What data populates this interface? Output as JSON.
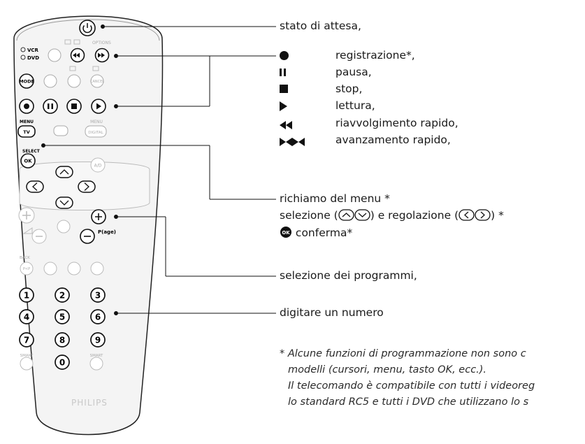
{
  "remote": {
    "labels": {
      "vcr": "VCR",
      "dvd": "DVD",
      "options": "OPTIONS",
      "mode": "MODE",
      "cancel": "CANCEL",
      "menu": "MENU",
      "tv": "TV",
      "menu2": "MENU",
      "digital": "DIGITAL",
      "select": "SELECT",
      "ok": "OK",
      "ad": "A/D",
      "page": "P(age)",
      "back": "BACK",
      "pp": "P<P",
      "smart1": "SMART",
      "smart2": "SMART",
      "brand": "PHILIPS"
    },
    "digits": [
      "1",
      "2",
      "3",
      "4",
      "5",
      "6",
      "7",
      "8",
      "9",
      "0"
    ]
  },
  "legend": {
    "standby": "stato di attesa,",
    "record": "registrazione*,",
    "pause": "pausa,",
    "stop": "stop,",
    "play": "lettura,",
    "rewind": "riavvolgimento rapido,",
    "forward": "avanzamento rapido,",
    "menu_call": "richiamo del menu *",
    "select_pre": "selezione (",
    "select_mid": ") e regolazione (",
    "select_post": ") *",
    "ok_badge": "OK",
    "confirm": " conferma*",
    "programs": "selezione dei programmi,",
    "number": "digitare un numero"
  },
  "footnote": {
    "line1": "* Alcune funzioni di programmazione non sono c",
    "line2": "modelli (cursori, menu, tasto OK, ecc.).",
    "line3": "Il telecomando è compatibile con tutti i videoreg",
    "line4": "lo standard RC5 e tutti i DVD che utilizzano lo s"
  }
}
